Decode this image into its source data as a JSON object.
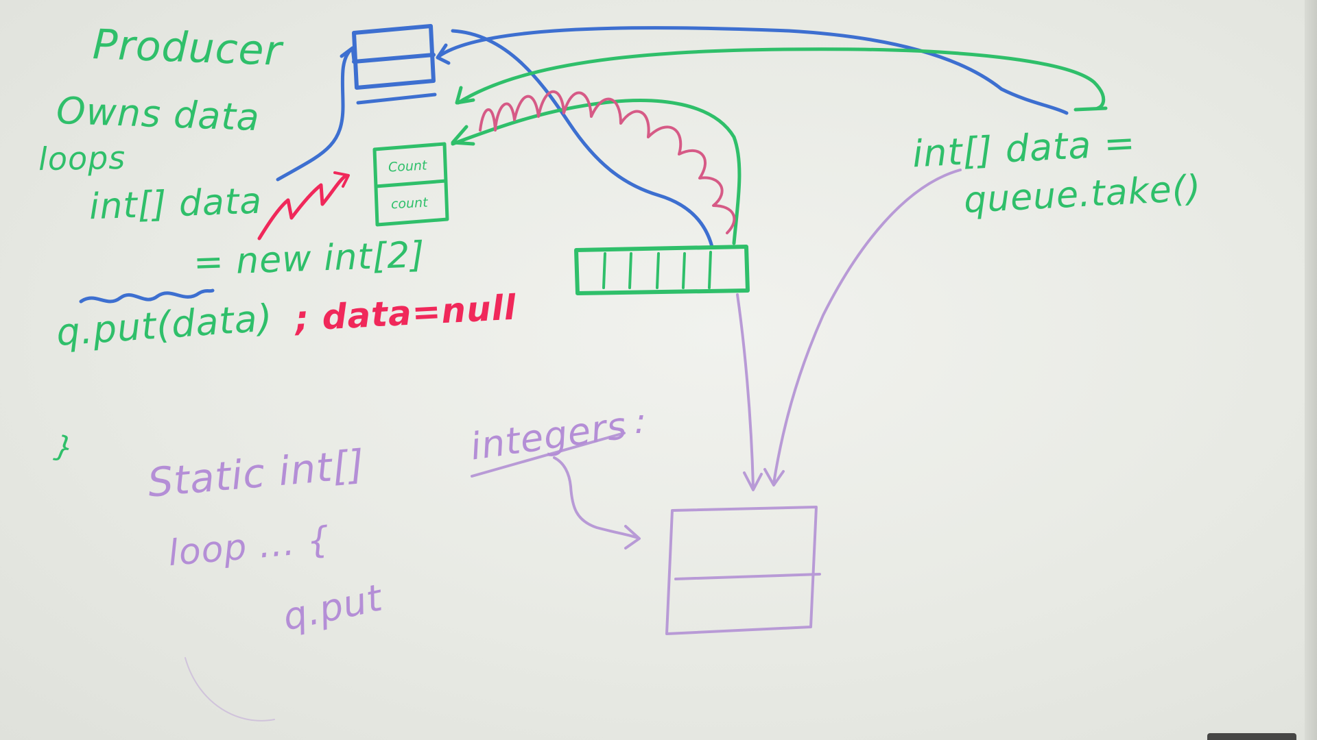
{
  "board": {
    "producer": "Producer",
    "owns_data": "Owns data",
    "loops": "loops",
    "int_data": "int[] data",
    "new_int": "= new int[2]",
    "q_put_data": "q.put(data)",
    "data_null": "; data=null",
    "closing_brace": "}",
    "cell_1": "Count",
    "cell_2": "count",
    "consumer_line_1": "int[] data =",
    "consumer_line_2": "queue.take()",
    "static_int": "Static int[]",
    "integers": "integers",
    "equals": ":",
    "loop_brace": "loop ... {",
    "q_put": "q.put"
  },
  "colors": {
    "green": "#2fbf6a",
    "blue": "#3d6fd0",
    "red": "#f0285a",
    "pink": "#d65a86",
    "purple": "#b48ed6"
  }
}
